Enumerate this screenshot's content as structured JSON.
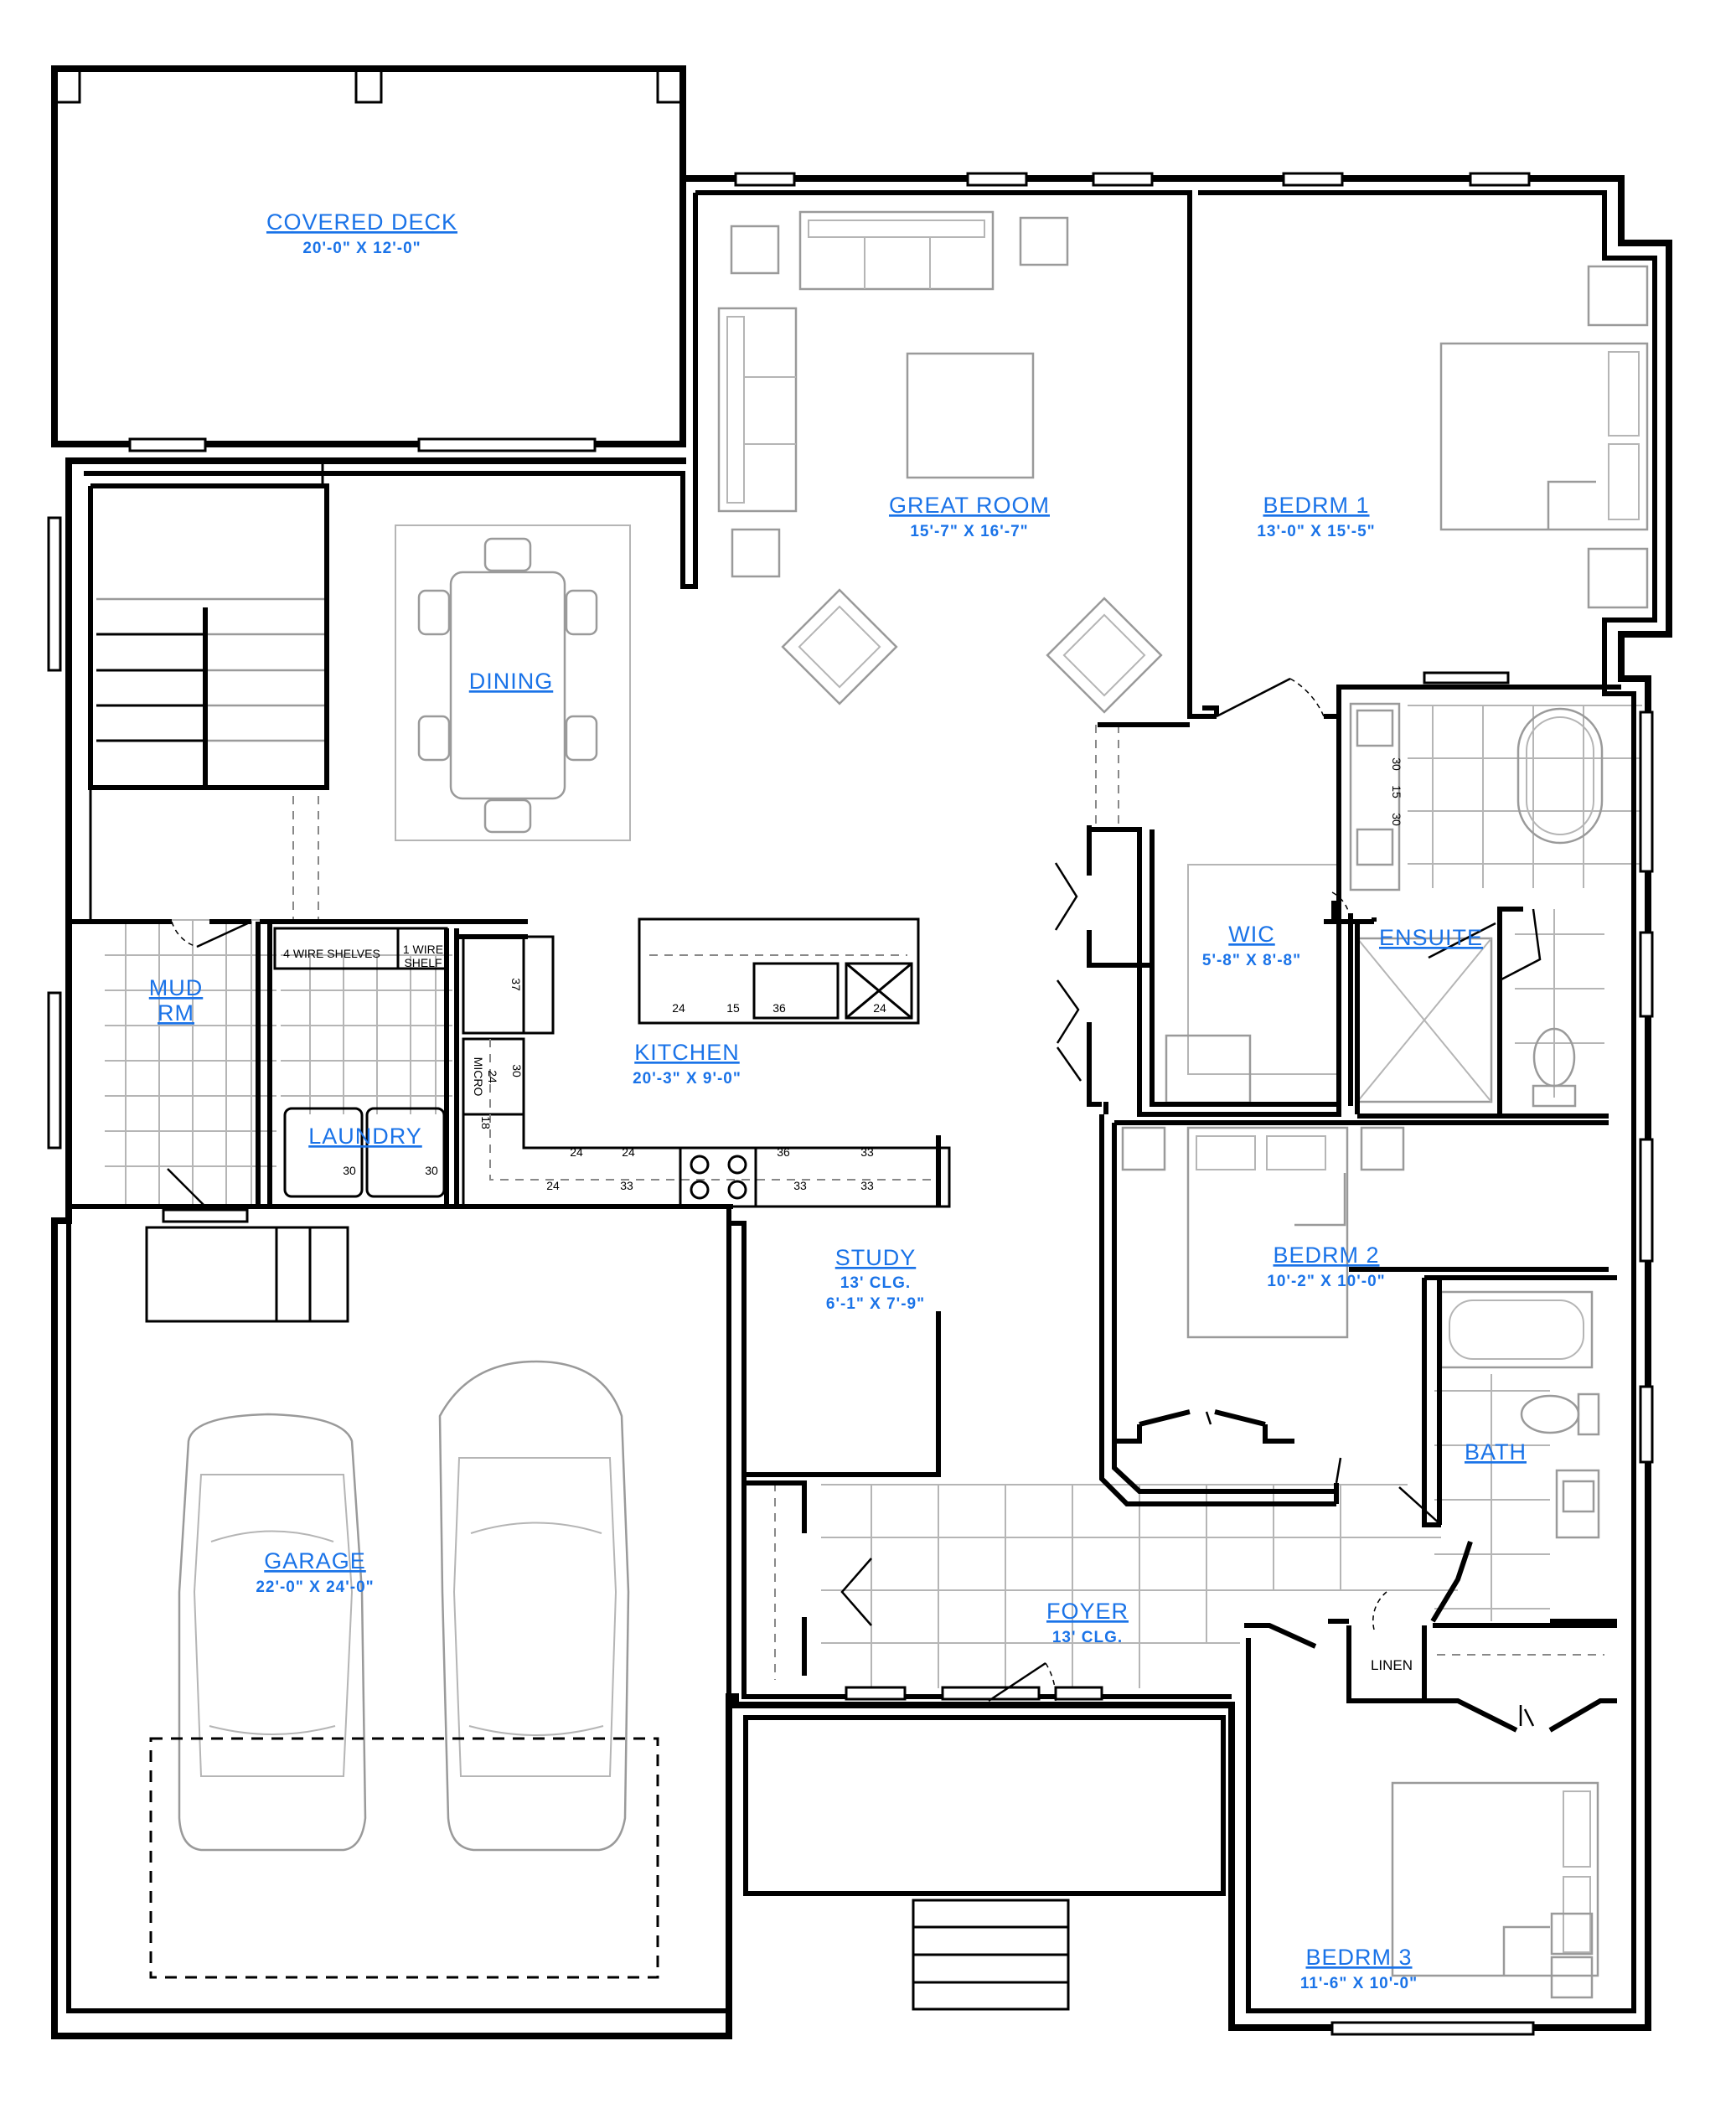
{
  "rooms": {
    "covered_deck": {
      "name": "COVERED  DECK",
      "dims": "20'-0\"  X  12'-0\""
    },
    "great_room": {
      "name": "GREAT  ROOM",
      "dims": "15'-7\"  X  16'-7\""
    },
    "bedrm1": {
      "name": "BEDRM  1",
      "dims": "13'-0\"  X  15'-5\""
    },
    "dining": {
      "name": "DINING"
    },
    "wic": {
      "name": "WIC",
      "dims": "5'-8\"  X  8'-8\""
    },
    "ensuite": {
      "name": "ENSUITE"
    },
    "mud_rm": {
      "name_line1": "MUD",
      "name_line2": "RM"
    },
    "laundry": {
      "name": "LAUNDRY"
    },
    "kitchen": {
      "name": "KITCHEN",
      "dims": "20'-3\"  X  9'-0\""
    },
    "bedrm2": {
      "name": "BEDRM  2",
      "dims": "10'-2\"  X  10'-0\""
    },
    "study": {
      "name": "STUDY",
      "ceiling": "13'  CLG.",
      "dims": "6'-1\"  X  7'-9\""
    },
    "bath": {
      "name": "BATH"
    },
    "garage": {
      "name": "GARAGE",
      "dims": "22'-0\"  X  24'-0\""
    },
    "foyer": {
      "name": "FOYER",
      "ceiling": "13'  CLG."
    },
    "bedrm3": {
      "name": "BEDRM  3",
      "dims": "11'-6\"  X  10'-0\""
    },
    "linen": {
      "name": "LINEN"
    }
  },
  "notes": {
    "wire_shelves": "4  WIRE  SHELVES",
    "wire_shelf_line1": "1  WIRE",
    "wire_shelf_line2": "SHELF",
    "micro": "MICRO",
    "island": [
      "24",
      "15",
      "36",
      "24"
    ],
    "pantry": "37",
    "micro_dims": [
      "24",
      "30",
      "18"
    ],
    "counter_upper": [
      "24",
      "24",
      "36",
      "33"
    ],
    "counter_lower": [
      "24",
      "33",
      "33",
      "33"
    ],
    "laundry_units": [
      "30",
      "30"
    ],
    "vanity": [
      "30",
      "15",
      "30"
    ]
  }
}
